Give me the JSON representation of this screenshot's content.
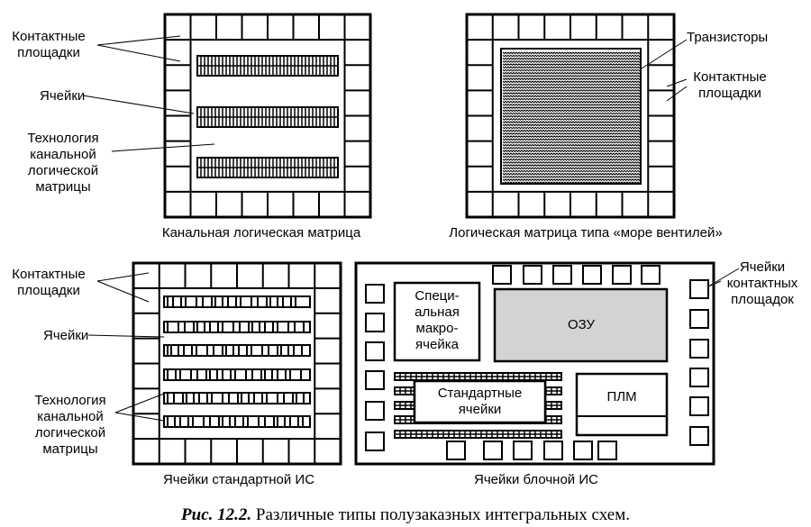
{
  "labels": {
    "d1_pads": [
      "Контактные",
      "площадки"
    ],
    "d1_cells": "Ячейки",
    "d1_tech": [
      "Технология",
      "канальной",
      "логической",
      "матрицы"
    ],
    "d1_caption": "Канальная логическая матрица",
    "d2_trans": "Транзисторы",
    "d2_pads": [
      "Контактные",
      "площадки"
    ],
    "d2_caption": "Логическая матрица типа «море вентилей»",
    "d3_pads": [
      "Контактные",
      "площадки"
    ],
    "d3_cells": "Ячейки",
    "d3_tech": [
      "Технология",
      "канальной",
      "логической",
      "матрицы"
    ],
    "d3_caption": "Ячейки стандартной ИС",
    "d4_pads": [
      "Ячейки",
      "контактных",
      "площадок"
    ],
    "d4_macro": [
      "Специ-",
      "альная",
      "макро-",
      "ячейка"
    ],
    "d4_ram": "ОЗУ",
    "d4_std": [
      "Стандартные",
      "ячейки"
    ],
    "d4_plm": "ПЛМ",
    "d4_caption": "Ячейки блочной ИС"
  },
  "caption": {
    "number": "Рис. 12.2.",
    "text": "Различные типы полузаказных интегральных схем."
  },
  "colors": {
    "ink": "#000000",
    "ram_fill": "#d3d3d3"
  }
}
